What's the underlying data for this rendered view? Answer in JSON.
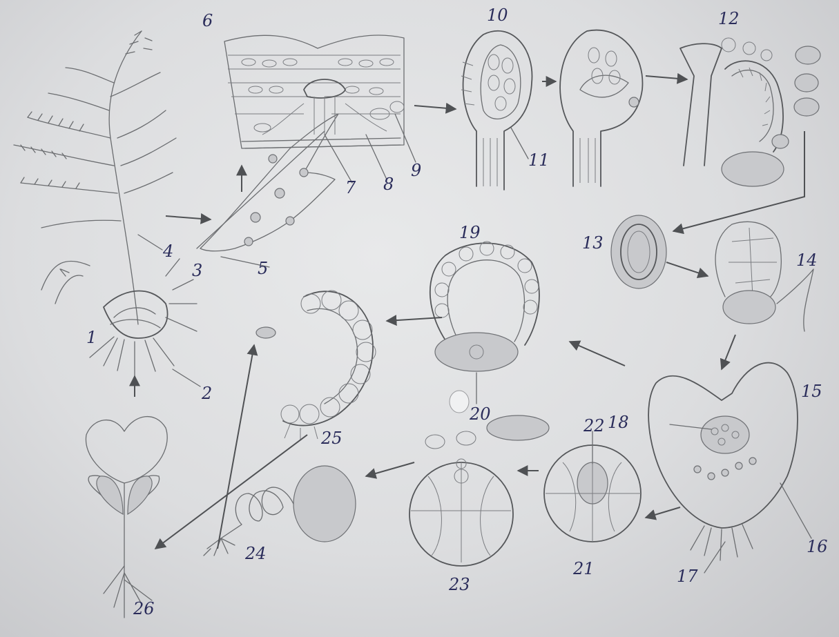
{
  "diagram": {
    "labels": [
      "1",
      "2",
      "3",
      "4",
      "5",
      "6",
      "7",
      "8",
      "9",
      "10",
      "11",
      "12",
      "13",
      "14",
      "15",
      "16",
      "17",
      "18",
      "19",
      "20",
      "21",
      "22",
      "23",
      "24",
      "25",
      "26"
    ]
  }
}
